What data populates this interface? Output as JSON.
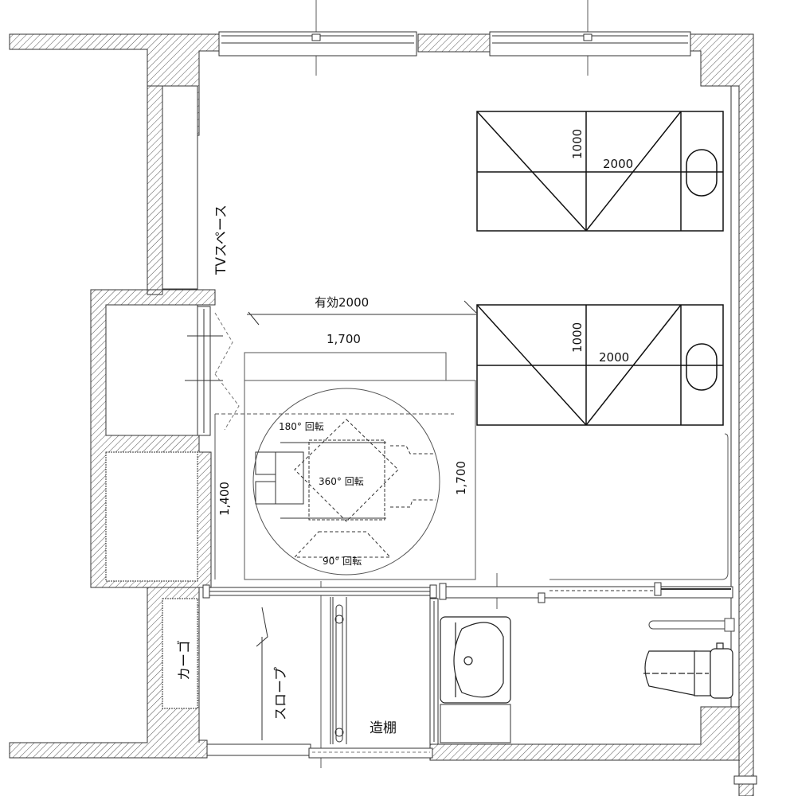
{
  "plan": {
    "type": "architectural floor plan",
    "labels": {
      "tv_space": "TVスペース",
      "effective_width": "有効2000",
      "turning_width": "1,700",
      "turning_height": "1,700",
      "corridor_width": "1,400",
      "rotate_180": "180° 回転",
      "rotate_360": "360° 回転",
      "rotate_90": "90° 回転",
      "cargo": "カーゴ",
      "slope": "スロープ",
      "built_in_shelf": "造棚"
    },
    "beds": [
      {
        "length": "2000",
        "width": "1000"
      },
      {
        "length": "2000",
        "width": "1000"
      }
    ],
    "fixtures": [
      "washbasin",
      "toilet",
      "grab-bar",
      "handrail"
    ],
    "colors": {
      "line": "#111111",
      "hatch": "#555555",
      "dashed": "#777777",
      "background": "#ffffff"
    }
  }
}
